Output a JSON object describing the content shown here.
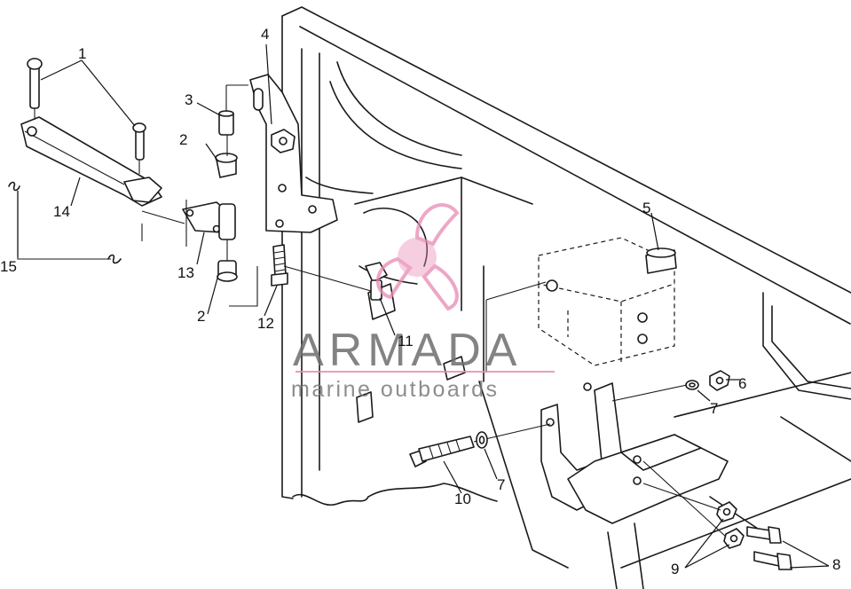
{
  "watermark": {
    "brand": "ARMADA",
    "tagline": "marine outboards",
    "logo_color": "#e889b4"
  },
  "callouts": {
    "c1": "1",
    "c2a": "2",
    "c2b": "2",
    "c3": "3",
    "c4": "4",
    "c5": "5",
    "c6": "6",
    "c7a": "7",
    "c7b": "7",
    "c8": "8",
    "c9": "9",
    "c10": "10",
    "c11": "11",
    "c12": "12",
    "c13": "13",
    "c14": "14",
    "c15": "15"
  }
}
